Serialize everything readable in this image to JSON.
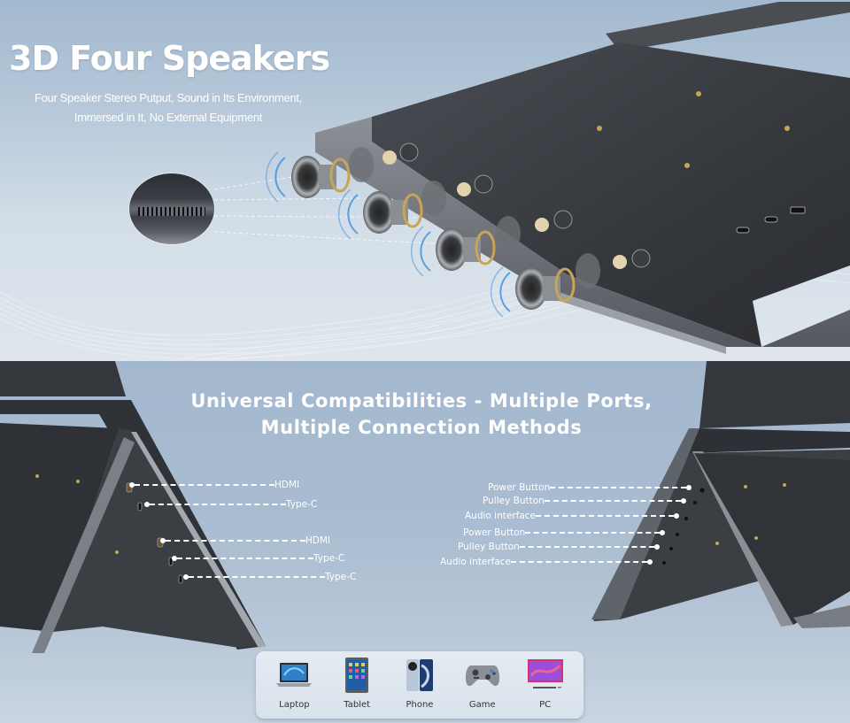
{
  "speakers_panel": {
    "headline": "3D Four Speakers",
    "subline_1": "Four Speaker Stereo Putput, Sound in Its Environment,",
    "subline_2": "Immersed in It, No External Equipment",
    "speaker_count": 4,
    "colors": {
      "accent_ring": "#3a8fe0",
      "device_body": "#3b3e43",
      "gold_ring": "#c9a455"
    }
  },
  "compat_panel": {
    "title_line_1": "Universal Compatibilities  - Multiple Ports,",
    "title_line_2": "Multiple Connection Methods",
    "left_callouts": [
      {
        "label": "HDMI"
      },
      {
        "label": "Type-C"
      },
      {
        "label": "HDMI"
      },
      {
        "label": "Type-C"
      },
      {
        "label": "Type-C"
      }
    ],
    "right_callouts": [
      {
        "label": "Power Button"
      },
      {
        "label": "Pulley Button"
      },
      {
        "label": "Audio interface"
      },
      {
        "label": "Power Button"
      },
      {
        "label": "Pulley Button"
      },
      {
        "label": "Audio interface"
      }
    ],
    "devices": [
      {
        "label": "Laptop",
        "icon": "laptop-icon"
      },
      {
        "label": "Tablet",
        "icon": "tablet-icon"
      },
      {
        "label": "Phone",
        "icon": "phone-icon"
      },
      {
        "label": "Game",
        "icon": "gamepad-icon"
      },
      {
        "label": "PC",
        "icon": "monitor-icon"
      }
    ]
  }
}
